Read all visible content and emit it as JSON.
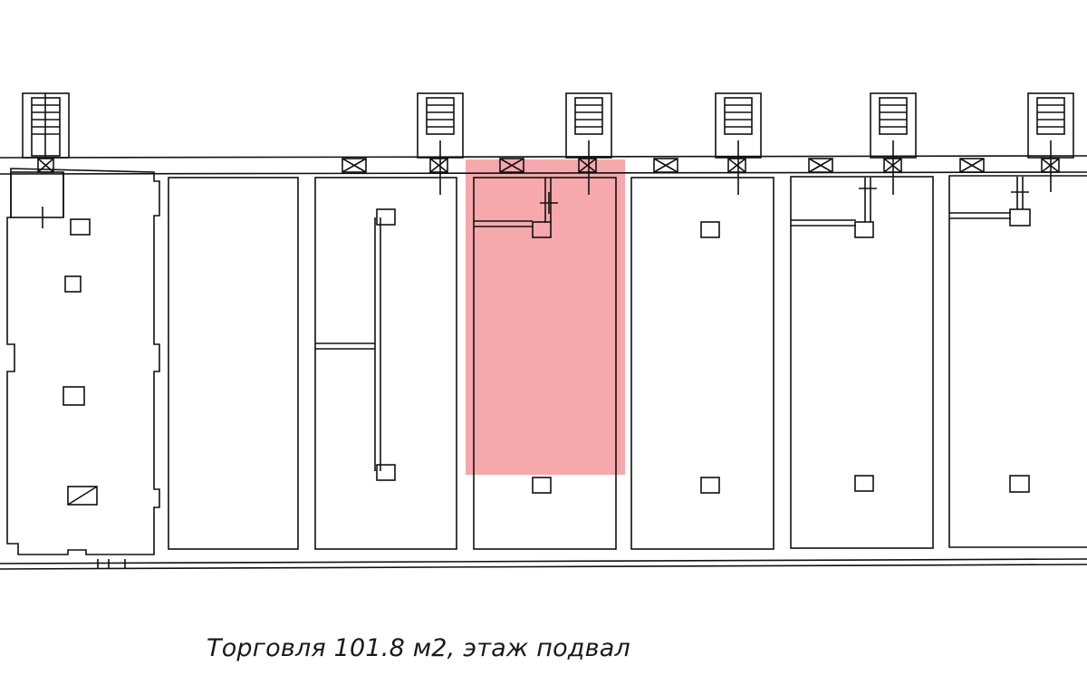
{
  "caption": "Торговля 101.8 м2, этаж подвал",
  "highlight_color": "#f6a3a8",
  "line_color": "#111111",
  "highlighted_unit": 4,
  "units": [
    {
      "index": 1,
      "label": ""
    },
    {
      "index": 2,
      "label": ""
    },
    {
      "index": 3,
      "label": ""
    },
    {
      "index": 4,
      "label": ""
    },
    {
      "index": 5,
      "label": ""
    },
    {
      "index": 6,
      "label": ""
    },
    {
      "index": 7,
      "label": ""
    }
  ]
}
